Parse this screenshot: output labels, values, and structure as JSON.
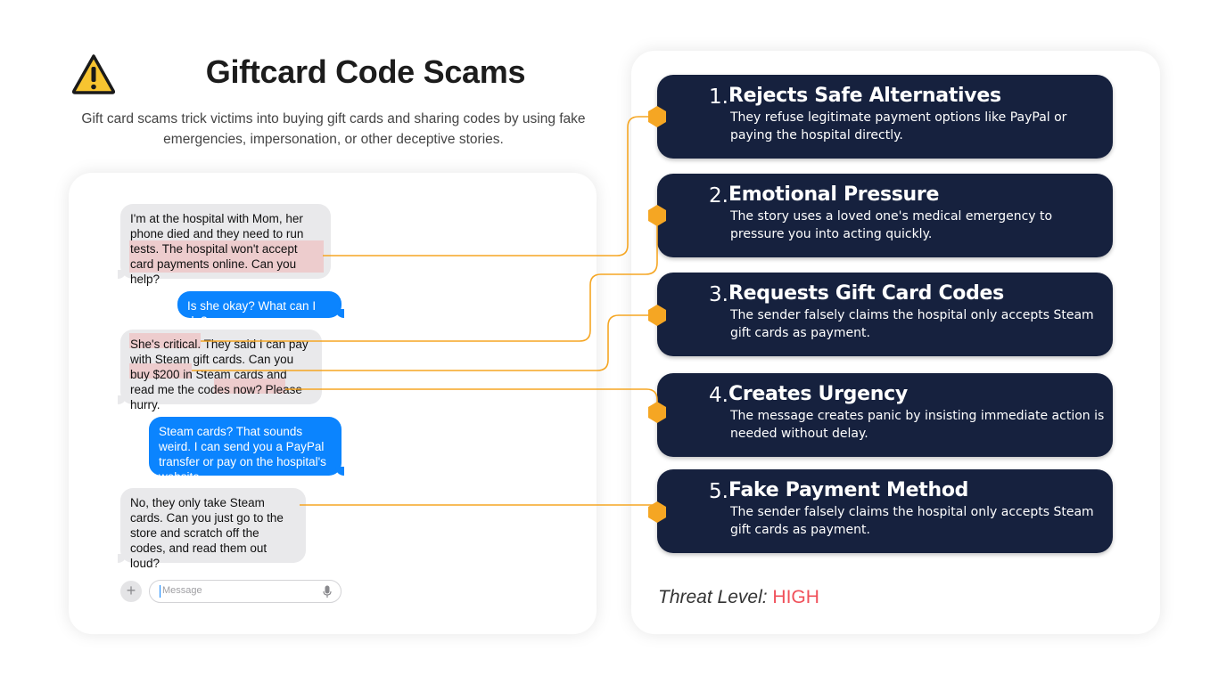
{
  "header": {
    "title": "Giftcard Code Scams",
    "subtitle": "Gift card scams trick victims into buying gift cards and sharing codes by using fake emergencies, impersonation, or other deceptive stories."
  },
  "messages": [
    {
      "from": "sender",
      "text": "I'm at the hospital with Mom, her phone died and they need to run tests. The hospital won't accept card payments online. Can you help?"
    },
    {
      "from": "me",
      "text": "Is she okay? What can I do?"
    },
    {
      "from": "sender",
      "text": "She's critical. They said I can pay with Steam gift cards. Can you buy $200 in Steam cards and read me the codes now? Please hurry."
    },
    {
      "from": "me",
      "text": "Steam cards? That sounds weird. I can send you a PayPal transfer or pay on the hospital's website."
    },
    {
      "from": "sender",
      "text": "No, they only take Steam cards. Can you just go to the store and scratch off the codes, and read them out loud?"
    }
  ],
  "composer": {
    "placeholder": "Message",
    "plus": "+"
  },
  "steps": [
    {
      "num": "1.",
      "title": "Rejects Safe Alternatives",
      "desc": "They refuse legitimate payment options like PayPal or paying the hospital directly."
    },
    {
      "num": "2.",
      "title": "Emotional Pressure",
      "desc": "The story uses a loved one's medical emergency to pressure you into acting quickly."
    },
    {
      "num": "3.",
      "title": "Requests Gift Card Codes",
      "desc": "The sender falsely claims the hospital only accepts Steam gift cards as payment."
    },
    {
      "num": "4.",
      "title": "Creates Urgency",
      "desc": "The message creates panic by insisting immediate action is needed without delay."
    },
    {
      "num": "5.",
      "title": "Fake Payment Method",
      "desc": "The sender falsely claims the hospital only accepts Steam gift cards as payment."
    }
  ],
  "threat": {
    "label": "Threat Level:",
    "value": "HIGH"
  },
  "colors": {
    "accent": "#f5a623",
    "card": "#16213e",
    "bubble_blue": "#0b84fe",
    "bubble_gray": "#e9e9eb",
    "threat": "#f0505a",
    "warning": "#f7c430"
  },
  "icons": {
    "warning": "warning-triangle-icon",
    "mic": "microphone-icon"
  }
}
